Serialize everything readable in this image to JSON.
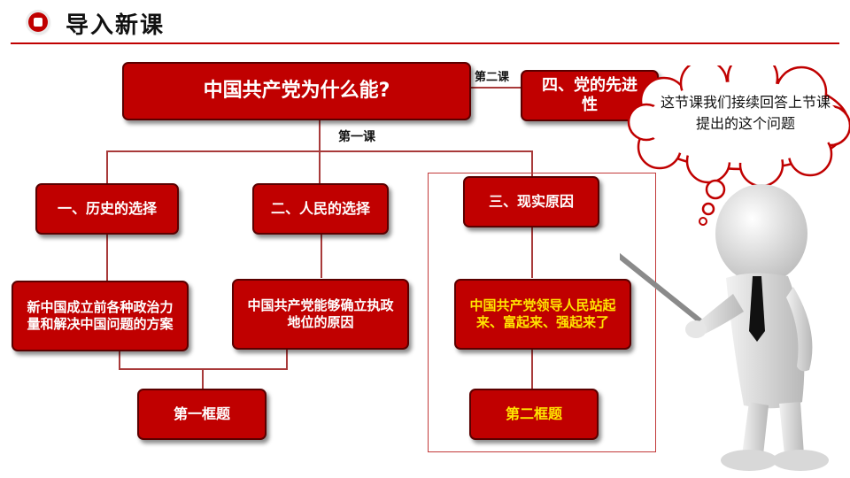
{
  "header": {
    "title": "导入新课"
  },
  "diagram": {
    "root": "中国共产党为什么能?",
    "lesson_one": "第一课",
    "lesson_two": "第二课",
    "node_four": "四、党的先进性",
    "node_one": "一、历史的选择",
    "node_two": "二、人民的选择",
    "node_three": "三、现实原因",
    "detail_one": "新中国成立前各种政治力量和解决中国问题的方案",
    "detail_two": "中国共产党能够确立执政地位的原因",
    "detail_three": "中国共产党领导人民站起来、富起来、强起来了",
    "frame_one": "第一框题",
    "frame_two": "第二框题"
  },
  "speech": {
    "text": "这节课我们接续回答上节课提出的这个问题"
  },
  "colors": {
    "box_red": "#c00000",
    "highlight_yellow": "#ffe400",
    "title_line": "#c00000"
  },
  "icons": {
    "title_badge": "red-circle-badge-icon",
    "presenter": "presenter-figure-icon"
  }
}
